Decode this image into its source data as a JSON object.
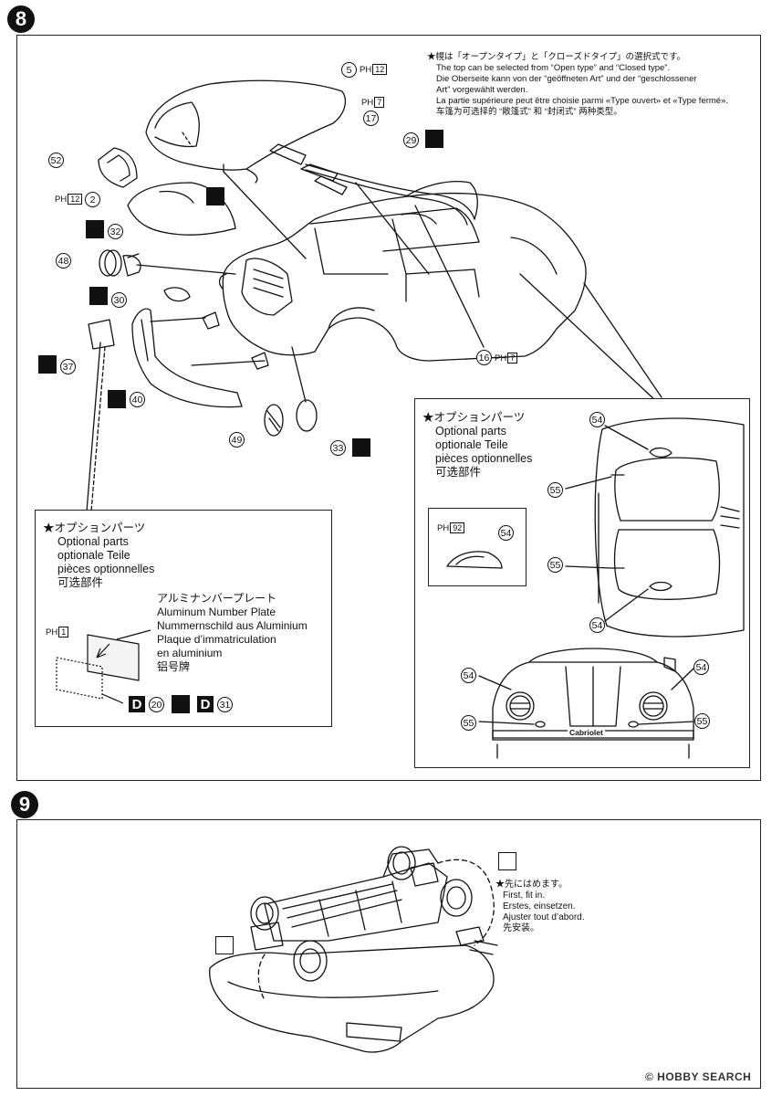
{
  "steps": {
    "step8": "8",
    "step9": "9"
  },
  "top_note": {
    "lines": [
      "★幌は「オープンタイプ」と「クローズドタイプ」の選択式です。",
      "The top can be selected from “Open type” and “Closed type”.",
      "Die Oberseite kann von der “geöffneten Art” und der “geschlossener",
      "Art” vorgewählt werden.",
      "La partie supérieure peut être choisie parmi «Type ouvert» et «Type fermé».",
      "车篷为可选择的 “敞篷式” 和 “封闭式” 两种类型。"
    ]
  },
  "part_numbers": {
    "p5": "5",
    "p17": "17",
    "p29": "29",
    "p52": "52",
    "p2": "2",
    "p32": "32",
    "p48": "48",
    "p30": "30",
    "p37": "37",
    "p40": "40",
    "p16": "16",
    "p49": "49",
    "p33": "33",
    "p54a": "54",
    "p55a": "55",
    "p54b": "54",
    "p55b": "55",
    "p54c": "54",
    "p54d": "54",
    "p54e": "54",
    "p55c": "55",
    "p55d": "55",
    "p20": "20",
    "p31": "31"
  },
  "ph_labels": {
    "ph12a": {
      "prefix": "PH",
      "num": "12"
    },
    "ph7a": {
      "prefix": "PH",
      "num": "7"
    },
    "ph12b": {
      "prefix": "PH",
      "num": "12"
    },
    "ph7b": {
      "prefix": "PH",
      "num": "7"
    },
    "ph92": {
      "prefix": "PH",
      "num": "92"
    },
    "ph1": {
      "prefix": "PH",
      "num": "1"
    }
  },
  "option_right": {
    "lines": [
      "★オプションパーツ",
      "Optional parts",
      "optionale Teile",
      "pièces optionnelles",
      "可选部件"
    ]
  },
  "option_left": {
    "lines": [
      "★オプションパーツ",
      "Optional parts",
      "optionale Teile",
      "pièces optionnelles",
      "可选部件"
    ]
  },
  "plate": {
    "lines": [
      "アルミナンバープレート",
      "Aluminum Number Plate",
      "Nummernschild aus Aluminium",
      "Plaque d’immatriculation",
      "en aluminium",
      "铝号牌"
    ]
  },
  "d_label": "D",
  "cabriolet_badge": "Cabriolet",
  "first_note": {
    "lines": [
      "★先にはめます。",
      "First, fit in.",
      "Erstes, einsetzen.",
      "Ajuster tout d’abord.",
      "先安装。"
    ]
  },
  "watermark": "© HOBBY SEARCH"
}
